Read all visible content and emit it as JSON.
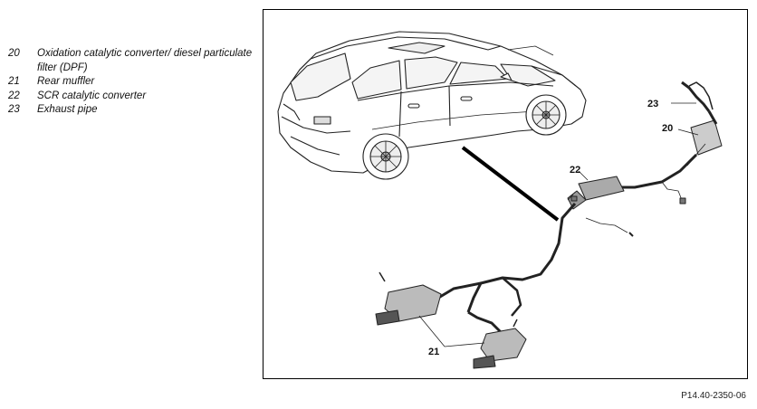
{
  "legend": [
    {
      "num": "20",
      "text": "Oxidation catalytic converter/ diesel particulate filter (DPF)"
    },
    {
      "num": "21",
      "text": "Rear muffler"
    },
    {
      "num": "22",
      "text": "SCR catalytic converter"
    },
    {
      "num": "23",
      "text": "Exhaust pipe"
    }
  ],
  "callouts": {
    "c23": "23",
    "c20": "20",
    "c22": "22",
    "c21": "21"
  },
  "figure_id": "P14.40-2350-06"
}
